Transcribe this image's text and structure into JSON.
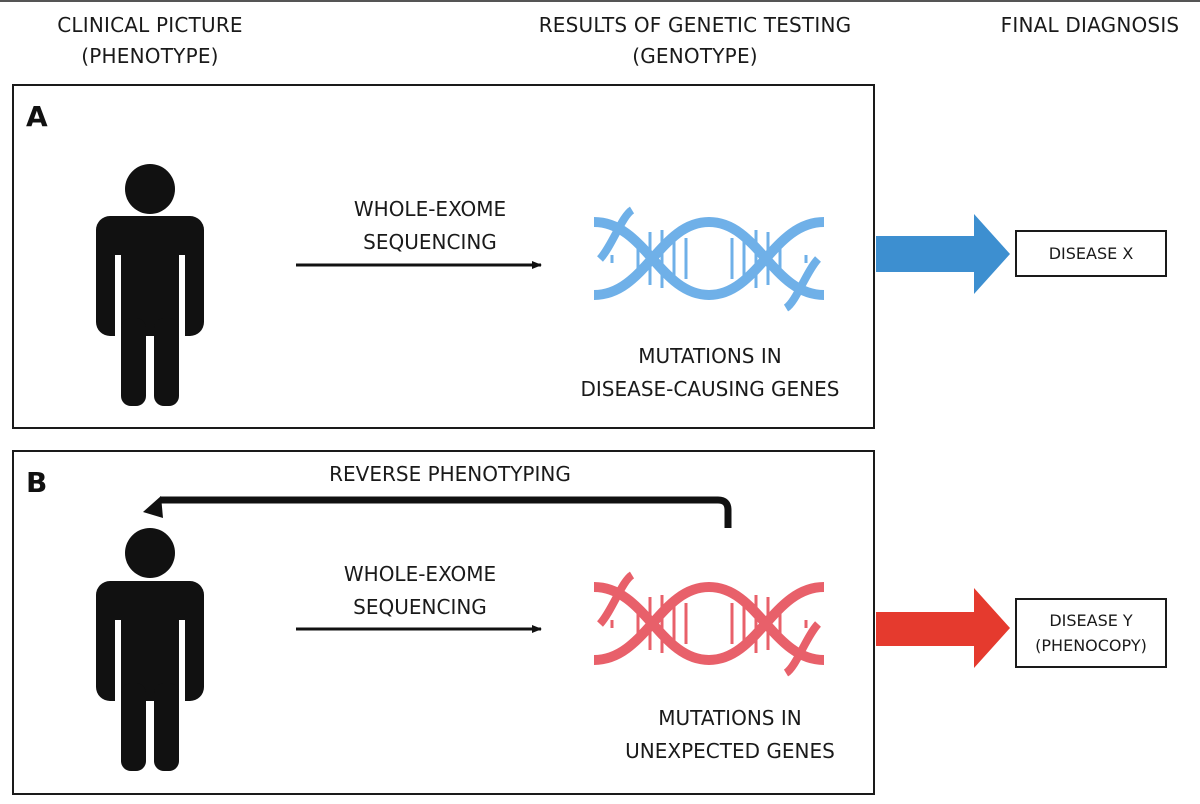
{
  "headers": {
    "phenotype": [
      "CLINICAL PICTURE",
      "(PHENOTYPE)"
    ],
    "genotype": [
      "RESULTS OF GENETIC TESTING",
      "(GENOTYPE)"
    ],
    "diagnosis": [
      "FINAL DIAGNOSIS"
    ]
  },
  "panel_a": {
    "letter": "A",
    "method": [
      "WHOLE-EXOME",
      "SEQUENCING"
    ],
    "result": [
      "MUTATIONS IN",
      "DISEASE-CAUSING GENES"
    ],
    "diagnosis": [
      "DISEASE X"
    ]
  },
  "panel_b": {
    "letter": "B",
    "feedback": "REVERSE PHENOTYPING",
    "method": [
      "WHOLE-EXOME",
      "SEQUENCING"
    ],
    "result": [
      "MUTATIONS IN",
      "UNEXPECTED GENES"
    ],
    "diagnosis": [
      "DISEASE Y",
      "(PHENOCOPY)"
    ]
  },
  "colors": {
    "dna_blue": "#6fb0e8",
    "arrow_blue": "#3d8fd0",
    "dna_red": "#e8606a",
    "arrow_red": "#e53a2e",
    "ink": "#111111"
  },
  "icons": {
    "person": "person-silhouette-icon",
    "dna": "dna-double-helix-icon"
  }
}
